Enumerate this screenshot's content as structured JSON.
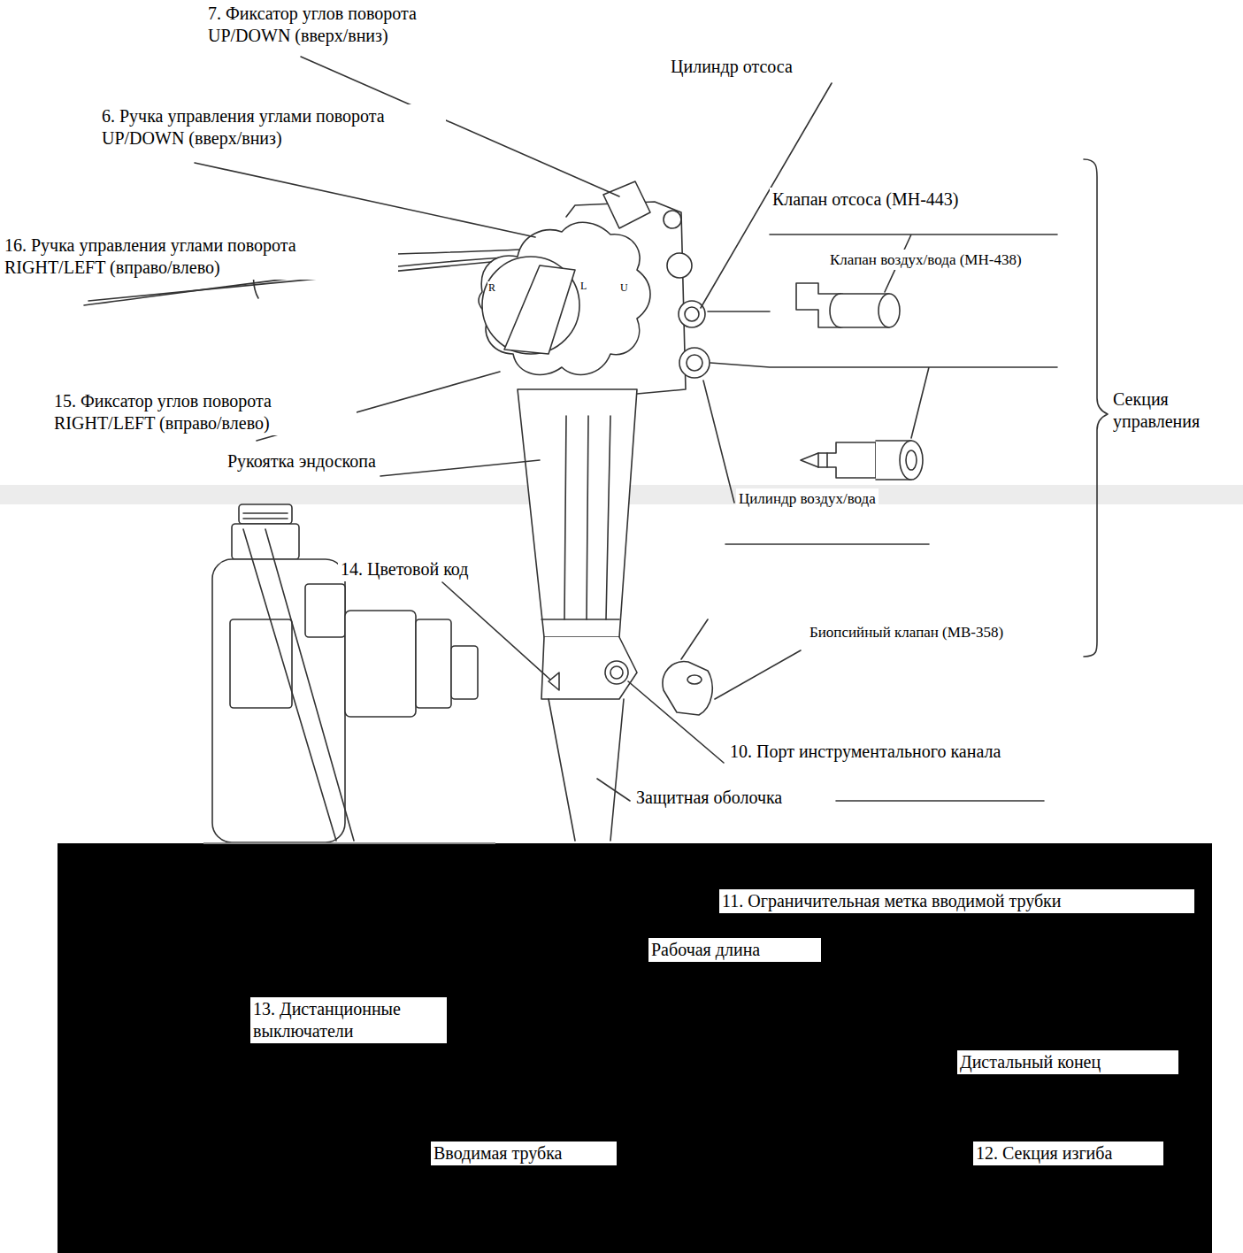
{
  "diagram": {
    "labels": [
      "7. Фиксатор углов поворота UP/DOWN (вверх/вниз)",
      "Цилиндр отсоса",
      "6. Ручка управления углами поворота UP/DOWN (вверх/вниз)",
      "Клапан отсоса (MH-443)",
      "16. Ручка управления углами поворота RIGHT/LEFT (вправо/влево)",
      "Клапан воздух/вода (MH-438)",
      "15. Фиксатор углов поворота RIGHT/LEFT (вправо/влево)",
      "Секция управления",
      "Рукоятка эндоскопа",
      "Цилиндр воздух/вода",
      "14. Цветовой код",
      "Биопсийный клапан (MB-358)",
      "10. Порт инструментального канала",
      "Защитная оболочка",
      "11. Ограничительная метка вводимой трубки",
      "Рабочая длина",
      "13. Дистанционные выключатели",
      "Дистальный конец",
      "Вводимая трубка",
      "12. Секция изгиба",
      "R",
      "L",
      "U"
    ]
  }
}
